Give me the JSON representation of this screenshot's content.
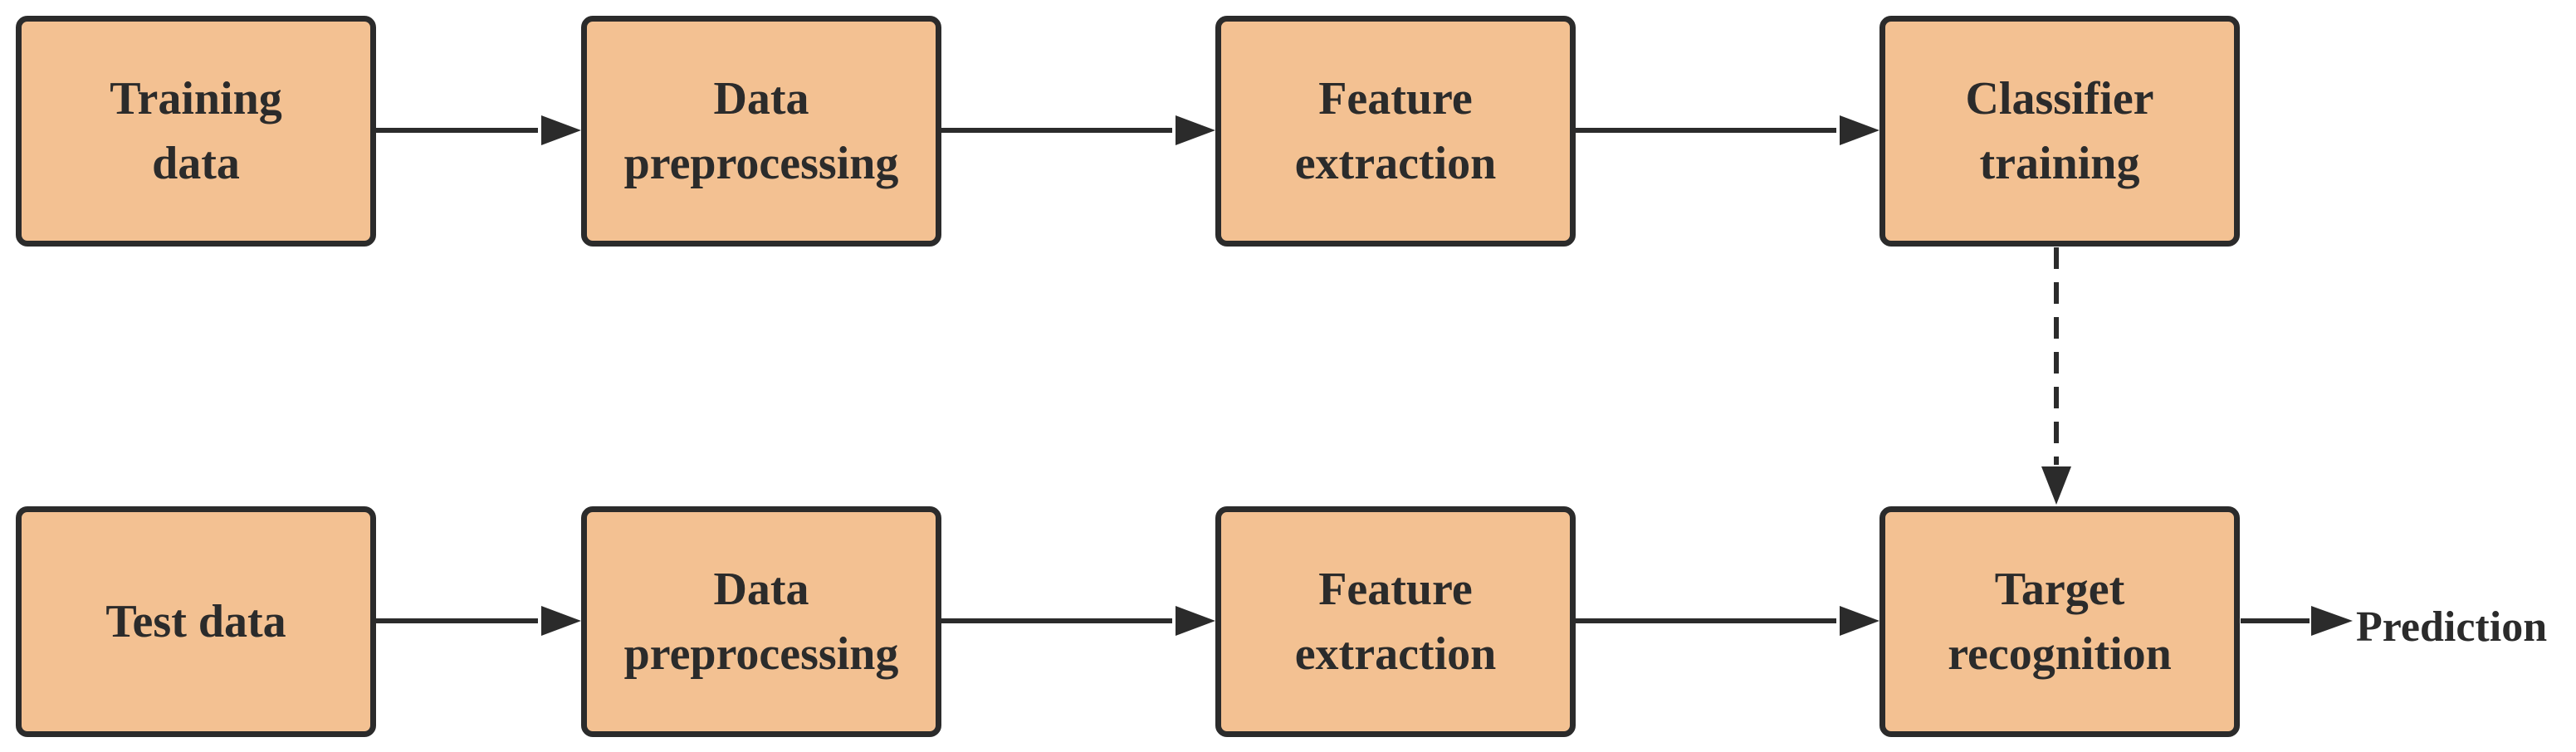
{
  "diagram": {
    "colors": {
      "box_fill": "#f3c192",
      "stroke": "#2b2b2b"
    },
    "training_row": {
      "training_data": "Training\ndata",
      "data_preprocessing": "Data\npreprocessing",
      "feature_extraction": "Feature\nextraction",
      "classifier_training": "Classifier\ntraining"
    },
    "test_row": {
      "test_data": "Test data",
      "data_preprocessing": "Data\npreprocessing",
      "feature_extraction": "Feature\nextraction",
      "target_recognition": "Target\nrecognition"
    },
    "output": {
      "prediction": "Prediction"
    }
  }
}
